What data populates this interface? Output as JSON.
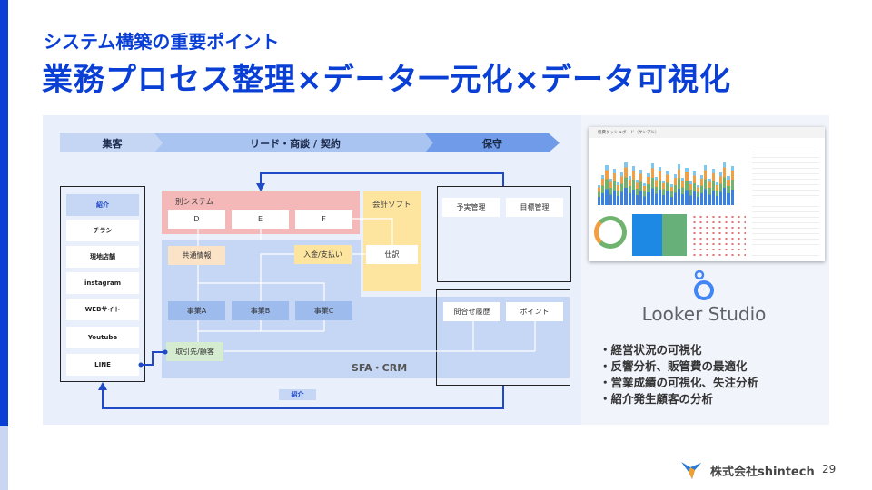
{
  "header": {
    "subtitle": "システム構築の重要ポイント",
    "title": "業務プロセス整理×データ一元化×データ可視化"
  },
  "flow": {
    "phases": [
      "集客",
      "リード・商談 / 契約",
      "保守"
    ],
    "channels": [
      "紹介",
      "チラシ",
      "現地店舗",
      "instagram",
      "WEBサイト",
      "Youtube",
      "LINE"
    ],
    "other_system": {
      "label": "別システム",
      "items": [
        "D",
        "E",
        "F"
      ]
    },
    "accounting": {
      "label": "会計ソフト",
      "journal": "仕訳"
    },
    "common_info": "共通情報",
    "payment": "入金/支払い",
    "businesses": [
      "事業A",
      "事業B",
      "事業C"
    ],
    "customers": "取引先/顧客",
    "sfa_label": "SFA・CRM",
    "maintenance_top": [
      "予実管理",
      "目標管理"
    ],
    "maintenance_bottom": [
      "問合せ履歴",
      "ポイント"
    ],
    "referral_tag": "紹介"
  },
  "dashboard": {
    "title": "経費ダッシュボード（サンプル）"
  },
  "looker": {
    "name": "Looker Studio",
    "logo_color": "#4285f4"
  },
  "bullets": [
    "・経営状況の可視化",
    "・反響分析、販管費の最適化",
    "・営業成績の可視化、失注分析",
    "・紹介発生顧客の分析"
  ],
  "footer": {
    "company": "株式会社shintech",
    "page": "29"
  },
  "colors": {
    "brand": "#0a3fd6",
    "flow_line": "#1f49c7"
  }
}
